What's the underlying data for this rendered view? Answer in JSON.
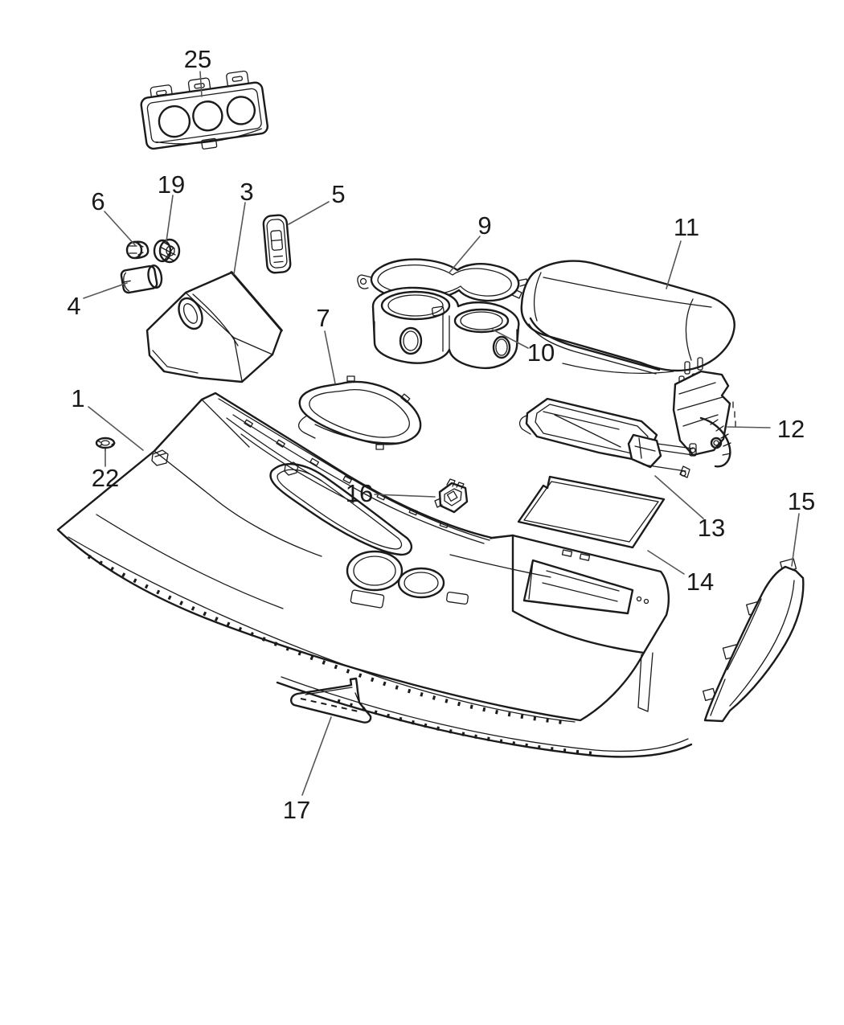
{
  "diagram": {
    "description": "Exploded-view parts line drawing of a vehicle floor console assembly with numbered callouts",
    "background_color": "#ffffff",
    "line_color": "#1b1b1b",
    "label_color": "#1a1a1a",
    "leader_color": "#565656",
    "callouts": [
      {
        "number": "25"
      },
      {
        "number": "19"
      },
      {
        "number": "6"
      },
      {
        "number": "3"
      },
      {
        "number": "5"
      },
      {
        "number": "9"
      },
      {
        "number": "11"
      },
      {
        "number": "4"
      },
      {
        "number": "7"
      },
      {
        "number": "10"
      },
      {
        "number": "1"
      },
      {
        "number": "12"
      },
      {
        "number": "22"
      },
      {
        "number": "16"
      },
      {
        "number": "15"
      },
      {
        "number": "13"
      },
      {
        "number": "14"
      },
      {
        "number": "17"
      }
    ]
  }
}
